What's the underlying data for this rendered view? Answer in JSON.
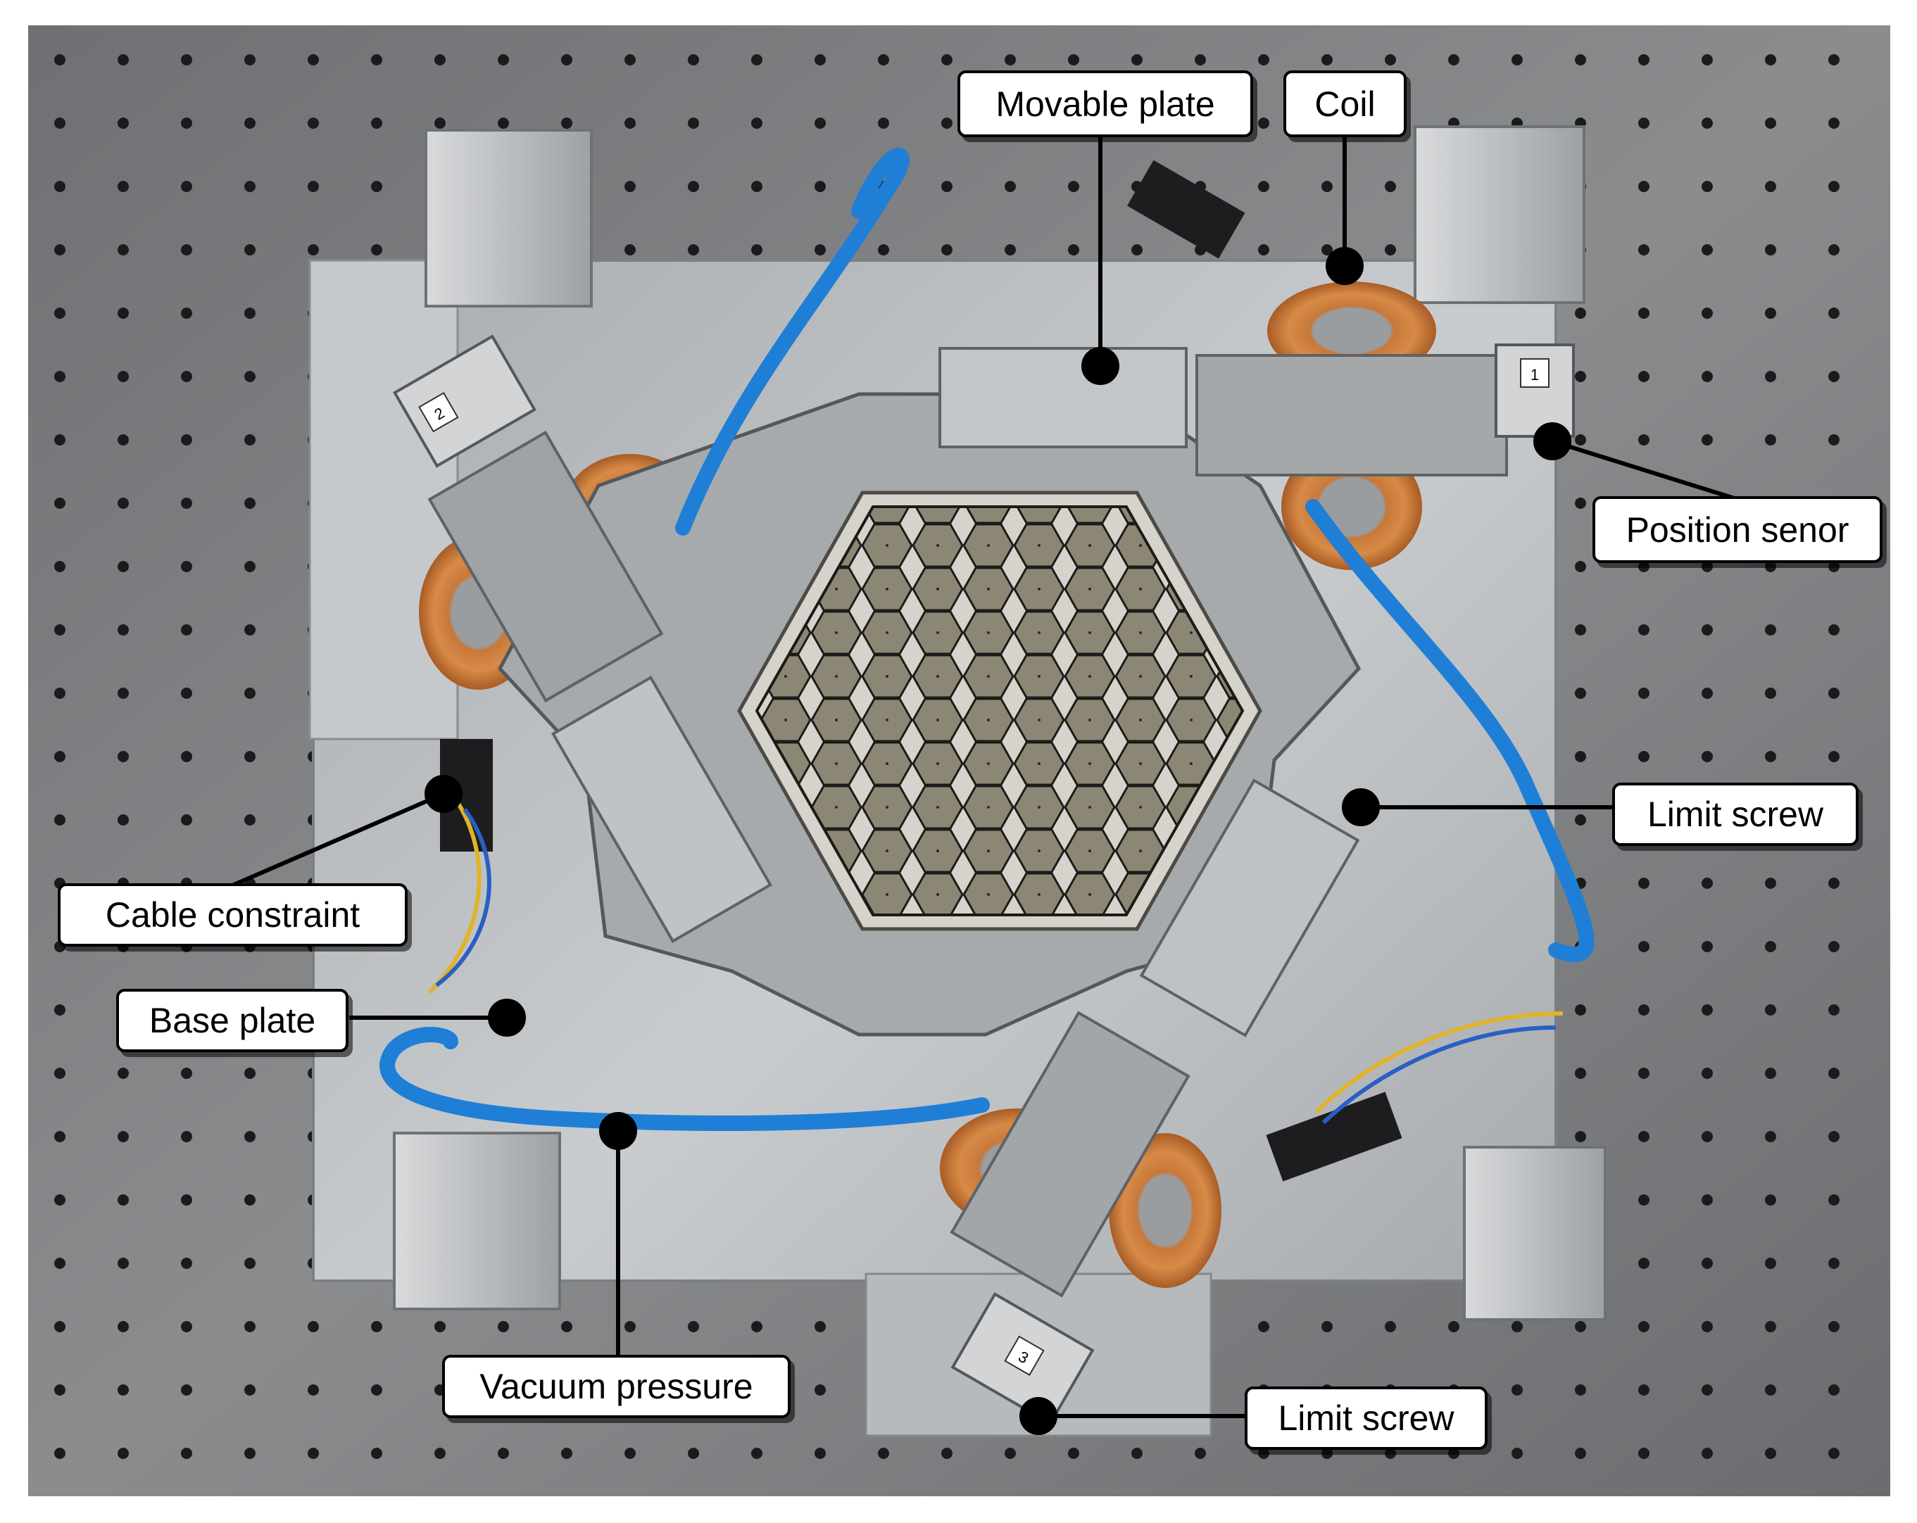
{
  "figure": {
    "type": "annotated photograph",
    "colors": {
      "breadboard": "#77797b",
      "aluminum": "#b9bcbf",
      "hex_mirror_cells": "#8c8675",
      "copper_coil": "#c7783a",
      "vacuum_tube": "#1f7fd6",
      "leader_line": "#000000",
      "label_fill": "#ffffff"
    },
    "labels": {
      "movable_plate": "Movable plate",
      "coil": "Coil",
      "position_sensor": "Position senor",
      "limit_screw_right": "Limit screw",
      "cable_constraint": "Cable constraint",
      "base_plate": "Base plate",
      "vacuum_pressure": "Vacuum pressure",
      "limit_screw_bottom": "Limit screw"
    },
    "unit_number_tags": [
      "1",
      "2",
      "3"
    ]
  }
}
